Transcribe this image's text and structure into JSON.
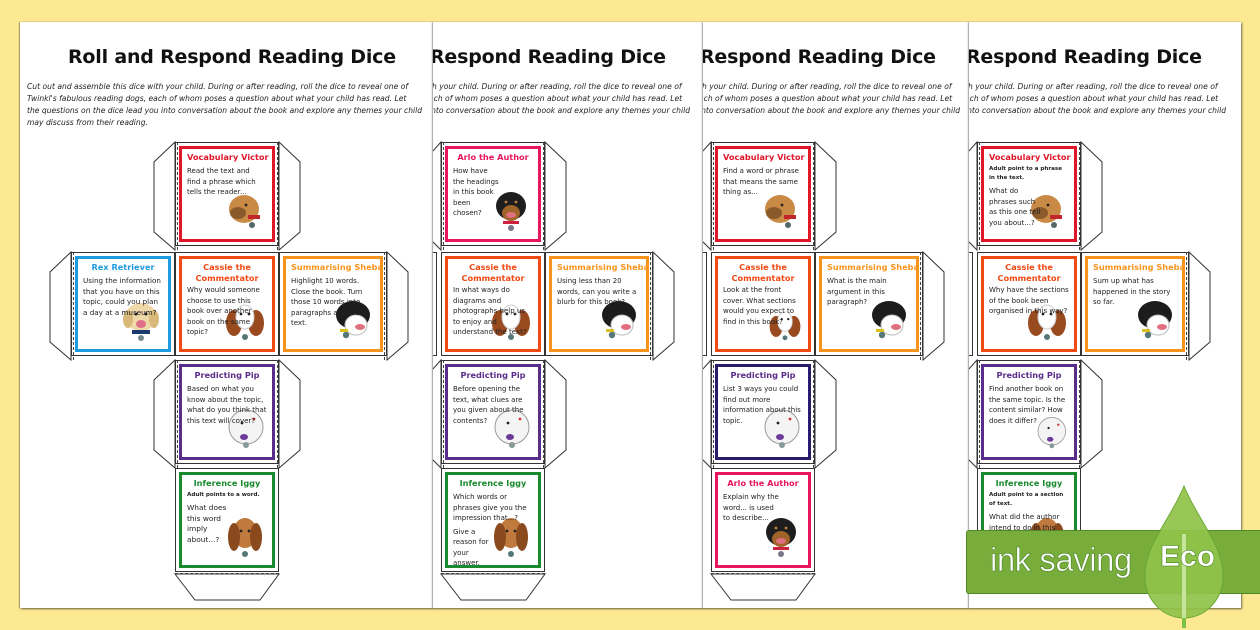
{
  "document": {
    "title": "Roll and Respond Reading Dice",
    "title_clipped": "Respond Reading Dice",
    "intro_lines": [
      "Cut out and assemble this dice with your child. During or after reading, roll the dice to reveal one of",
      "Twinkl's fabulous reading dogs, each of whom poses a question about what your child has read. Let",
      "the questions on the dice lead you into conversation about the book and explore any themes your child",
      "may discuss from their reading."
    ],
    "intro_lines_clipped": [
      "th your child. During or after reading, roll the dice to reveal one of",
      "ach of whom poses a question about what your child has read. Let",
      "into conversation about the book and explore any themes your child"
    ]
  },
  "colors": {
    "background": "#fde992",
    "vocabulary_victor": "#e0162b",
    "rex_retriever": "#1e9be0",
    "cassie": "#f04a12",
    "sheba": "#f7941d",
    "pip": "#5b2d8a",
    "iggy": "#1a8a2e",
    "arlo": "#e8175d",
    "eco_green": "#78ad3c"
  },
  "pages": [
    {
      "top": {
        "name": "Vocabulary Victor",
        "color": "vocabulary_victor",
        "dog": "airedale-dog-icon",
        "question": "Read the text and find a phrase which tells the reader..."
      },
      "left": {
        "name": "Rex Retriever",
        "color": "rex_retriever",
        "dog": "golden-retriever-dog-icon",
        "question": "Using the information that you have on this topic, could you plan a day at a museum?"
      },
      "center": {
        "name": "Cassie the Commentator",
        "color": "cassie",
        "dog": "spaniel-dog-icon",
        "question": "Why would someone choose to use this book over another book on the same topic?"
      },
      "right": {
        "name": "Summarising Sheba",
        "color": "sheba",
        "dog": "collie-dog-icon",
        "question": "Highlight 10 words. Close the book. Turn those 10 words into paragraphs about the text."
      },
      "below": {
        "name": "Predicting Pip",
        "color": "pip",
        "dog": "spitz-dog-icon",
        "question": "Based on what you know about the topic, what do you think that this text will cover?"
      },
      "bottom": {
        "name": "Inference Iggy",
        "color": "iggy",
        "dog": "bloodhound-dog-icon",
        "note": "Adult points to a word.",
        "question": "What does this word imply about...?"
      }
    },
    {
      "top": {
        "name": "Arlo the Author",
        "color": "arlo",
        "dog": "rottweiler-dog-icon",
        "question": "How have the headings in this book been chosen?"
      },
      "center": {
        "name": "Cassie the Commentator",
        "color": "cassie",
        "dog": "spaniel-dog-icon",
        "question": "In what ways do diagrams and photographs help us to enjoy and understand the text?"
      },
      "right": {
        "name": "Summarising Sheba",
        "color": "sheba",
        "dog": "collie-dog-icon",
        "question": "Using less than 20 words, can you write a blurb for this book?"
      },
      "below": {
        "name": "Predicting Pip",
        "color": "pip",
        "dog": "spitz-dog-icon",
        "question": "Before opening the text, what clues are you given about the contents?"
      },
      "bottom": {
        "name": "Inference Iggy",
        "color": "iggy",
        "dog": "bloodhound-dog-icon",
        "question": "Which words or phrases give you the impression that...?",
        "question2": "Give a reason for your answer."
      }
    },
    {
      "top": {
        "name": "Vocabulary Victor",
        "color": "vocabulary_victor",
        "dog": "airedale-dog-icon",
        "question": "Find a word or phrase that means the same thing as..."
      },
      "center": {
        "name": "Cassie the Commentator",
        "color": "cassie",
        "dog": "spaniel-dog-icon",
        "question": "Look at the front cover. What sections would you expect to find in this book?"
      },
      "right": {
        "name": "Summarising Sheba",
        "color": "sheba",
        "dog": "collie-dog-icon",
        "question": "What is the main argument in this paragraph?"
      },
      "below": {
        "name": "Predicting Pip",
        "color": "pip",
        "dog": "spitz-dog-icon",
        "question": "List 3 ways you could find out more information about this topic."
      },
      "bottom": {
        "name": "Arlo the Author",
        "color": "arlo",
        "dog": "rottweiler-dog-icon",
        "question": "Explain why the word... is used to describe..."
      }
    },
    {
      "top": {
        "name": "Vocabulary Victor",
        "color": "vocabulary_victor",
        "dog": "airedale-dog-icon",
        "note": "Adult point to a phrase in the text.",
        "question": "What do phrases such as this one tell you about...?"
      },
      "center": {
        "name": "Cassie the Commentator",
        "color": "cassie",
        "dog": "spaniel-dog-icon",
        "question": "Why have the sections of the book been organised in this way?"
      },
      "right": {
        "name": "Summarising Sheba",
        "color": "sheba",
        "dog": "collie-dog-icon",
        "question": "Sum up what has happened in the story so far."
      },
      "below": {
        "name": "Predicting Pip",
        "color": "pip",
        "dog": "spitz-dog-icon",
        "question": "Find another book on the same topic. Is the content similar? How does it differ?"
      },
      "bottom": {
        "name": "Inference Iggy",
        "color": "iggy",
        "dog": "bloodhound-dog-icon",
        "note": "Adult point to a section of text.",
        "question": "What did the author intend to do in this section"
      }
    }
  ],
  "eco_badge": {
    "label": "ink saving",
    "badge": "Eco",
    "icon": "leaf-drop-icon"
  }
}
